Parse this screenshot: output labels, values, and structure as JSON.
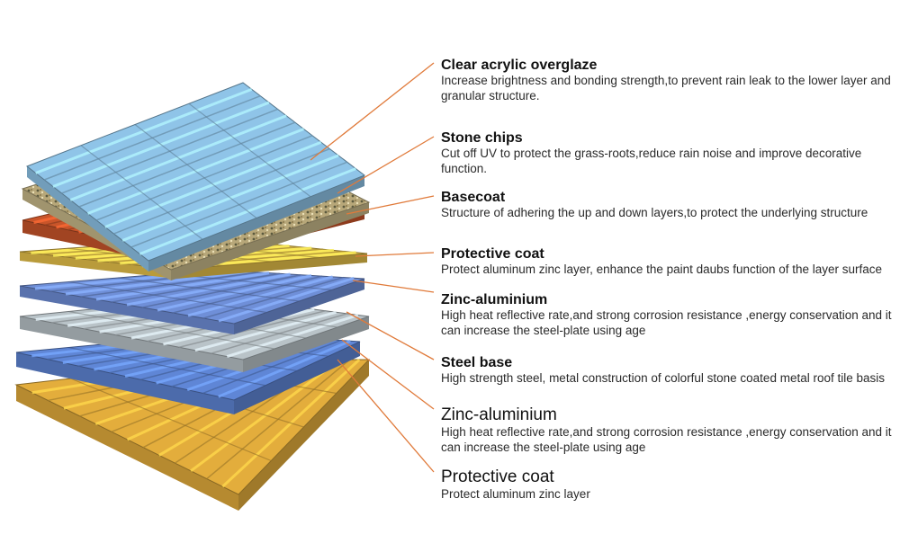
{
  "layers": [
    {
      "title": "Clear acrylic overglaze",
      "desc": "Increase brightness and bonding strength,to prevent rain leak to the lower layer and granular structure.",
      "color": "#8fc4e8"
    },
    {
      "title": "Stone chips",
      "desc": "Cut off UV to protect the grass-roots,reduce rain noise and improve decorative function.",
      "color": "#c8b98a"
    },
    {
      "title": "Basecoat",
      "desc": "Structure of adhering the up and down layers,to protect the underlying structure",
      "color": "#c9552a"
    },
    {
      "title": "Protective coat",
      "desc": "Protect aluminum zinc layer, enhance the paint daubs function of the layer surface",
      "color": "#e7c24a"
    },
    {
      "title": "Zinc-aluminium",
      "desc": "High heat reflective rate,and strong corrosion resistance ,energy conservation and it can increase the steel-plate using age",
      "color": "#6f8fd8"
    },
    {
      "title": "Steel base",
      "desc": "High strength steel, metal construction of colorful stone coated metal roof tile basis",
      "color": "#b9c3c8"
    },
    {
      "title": "Zinc-aluminium",
      "desc": "High heat reflective rate,and strong corrosion resistance ,energy conservation and it can increase the steel-plate using age",
      "color": "#5f86d6"
    },
    {
      "title": "Protective coat",
      "desc": "Protect aluminum zinc layer",
      "color": "#e3ad3c"
    }
  ],
  "leader_color": "#e07a3a"
}
